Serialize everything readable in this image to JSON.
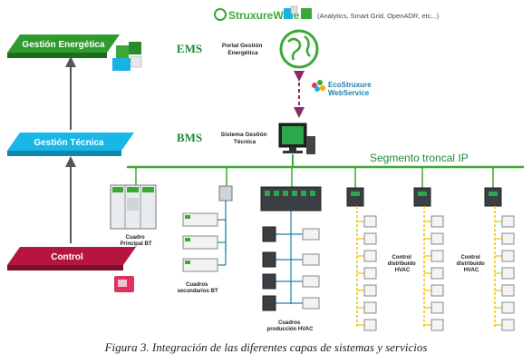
{
  "layers": {
    "energy": "Gestión Energética",
    "technical": "Gestión Técnica",
    "control": "Control"
  },
  "tiers": {
    "ems": "EMS",
    "bms": "BMS"
  },
  "header": {
    "brand": "StruxureWare",
    "tagline": "(Analytics, Smart Grid, OpenADR, etc...)"
  },
  "portal": "Portal Gestión\nEnergética",
  "webservice": "EcoStruxure\nWebService",
  "bms_system": "Sistema Gestión\nTécnica",
  "backbone": "Segmento troncal IP",
  "groups": {
    "principal": "Cuadro\nPrincipal BT",
    "secundarios": "Cuadros\nsecundarios BT",
    "produccion": "Cuadros\nproducción HVAC",
    "hvac1": "Control\ndistribuido\nHVAC",
    "hvac2": "Control\ndistribuido\nHVAC"
  },
  "caption": "Figura 3. Integración de las diferentes capas de sistemas y servicios",
  "colors": {
    "green": "#3aa935",
    "dark_green": "#1f8a3a",
    "cyan": "#17b3e6",
    "crimson": "#b5153f",
    "pink": "#e0315f",
    "purple": "#8a2a6b",
    "gray_line": "#555555"
  }
}
